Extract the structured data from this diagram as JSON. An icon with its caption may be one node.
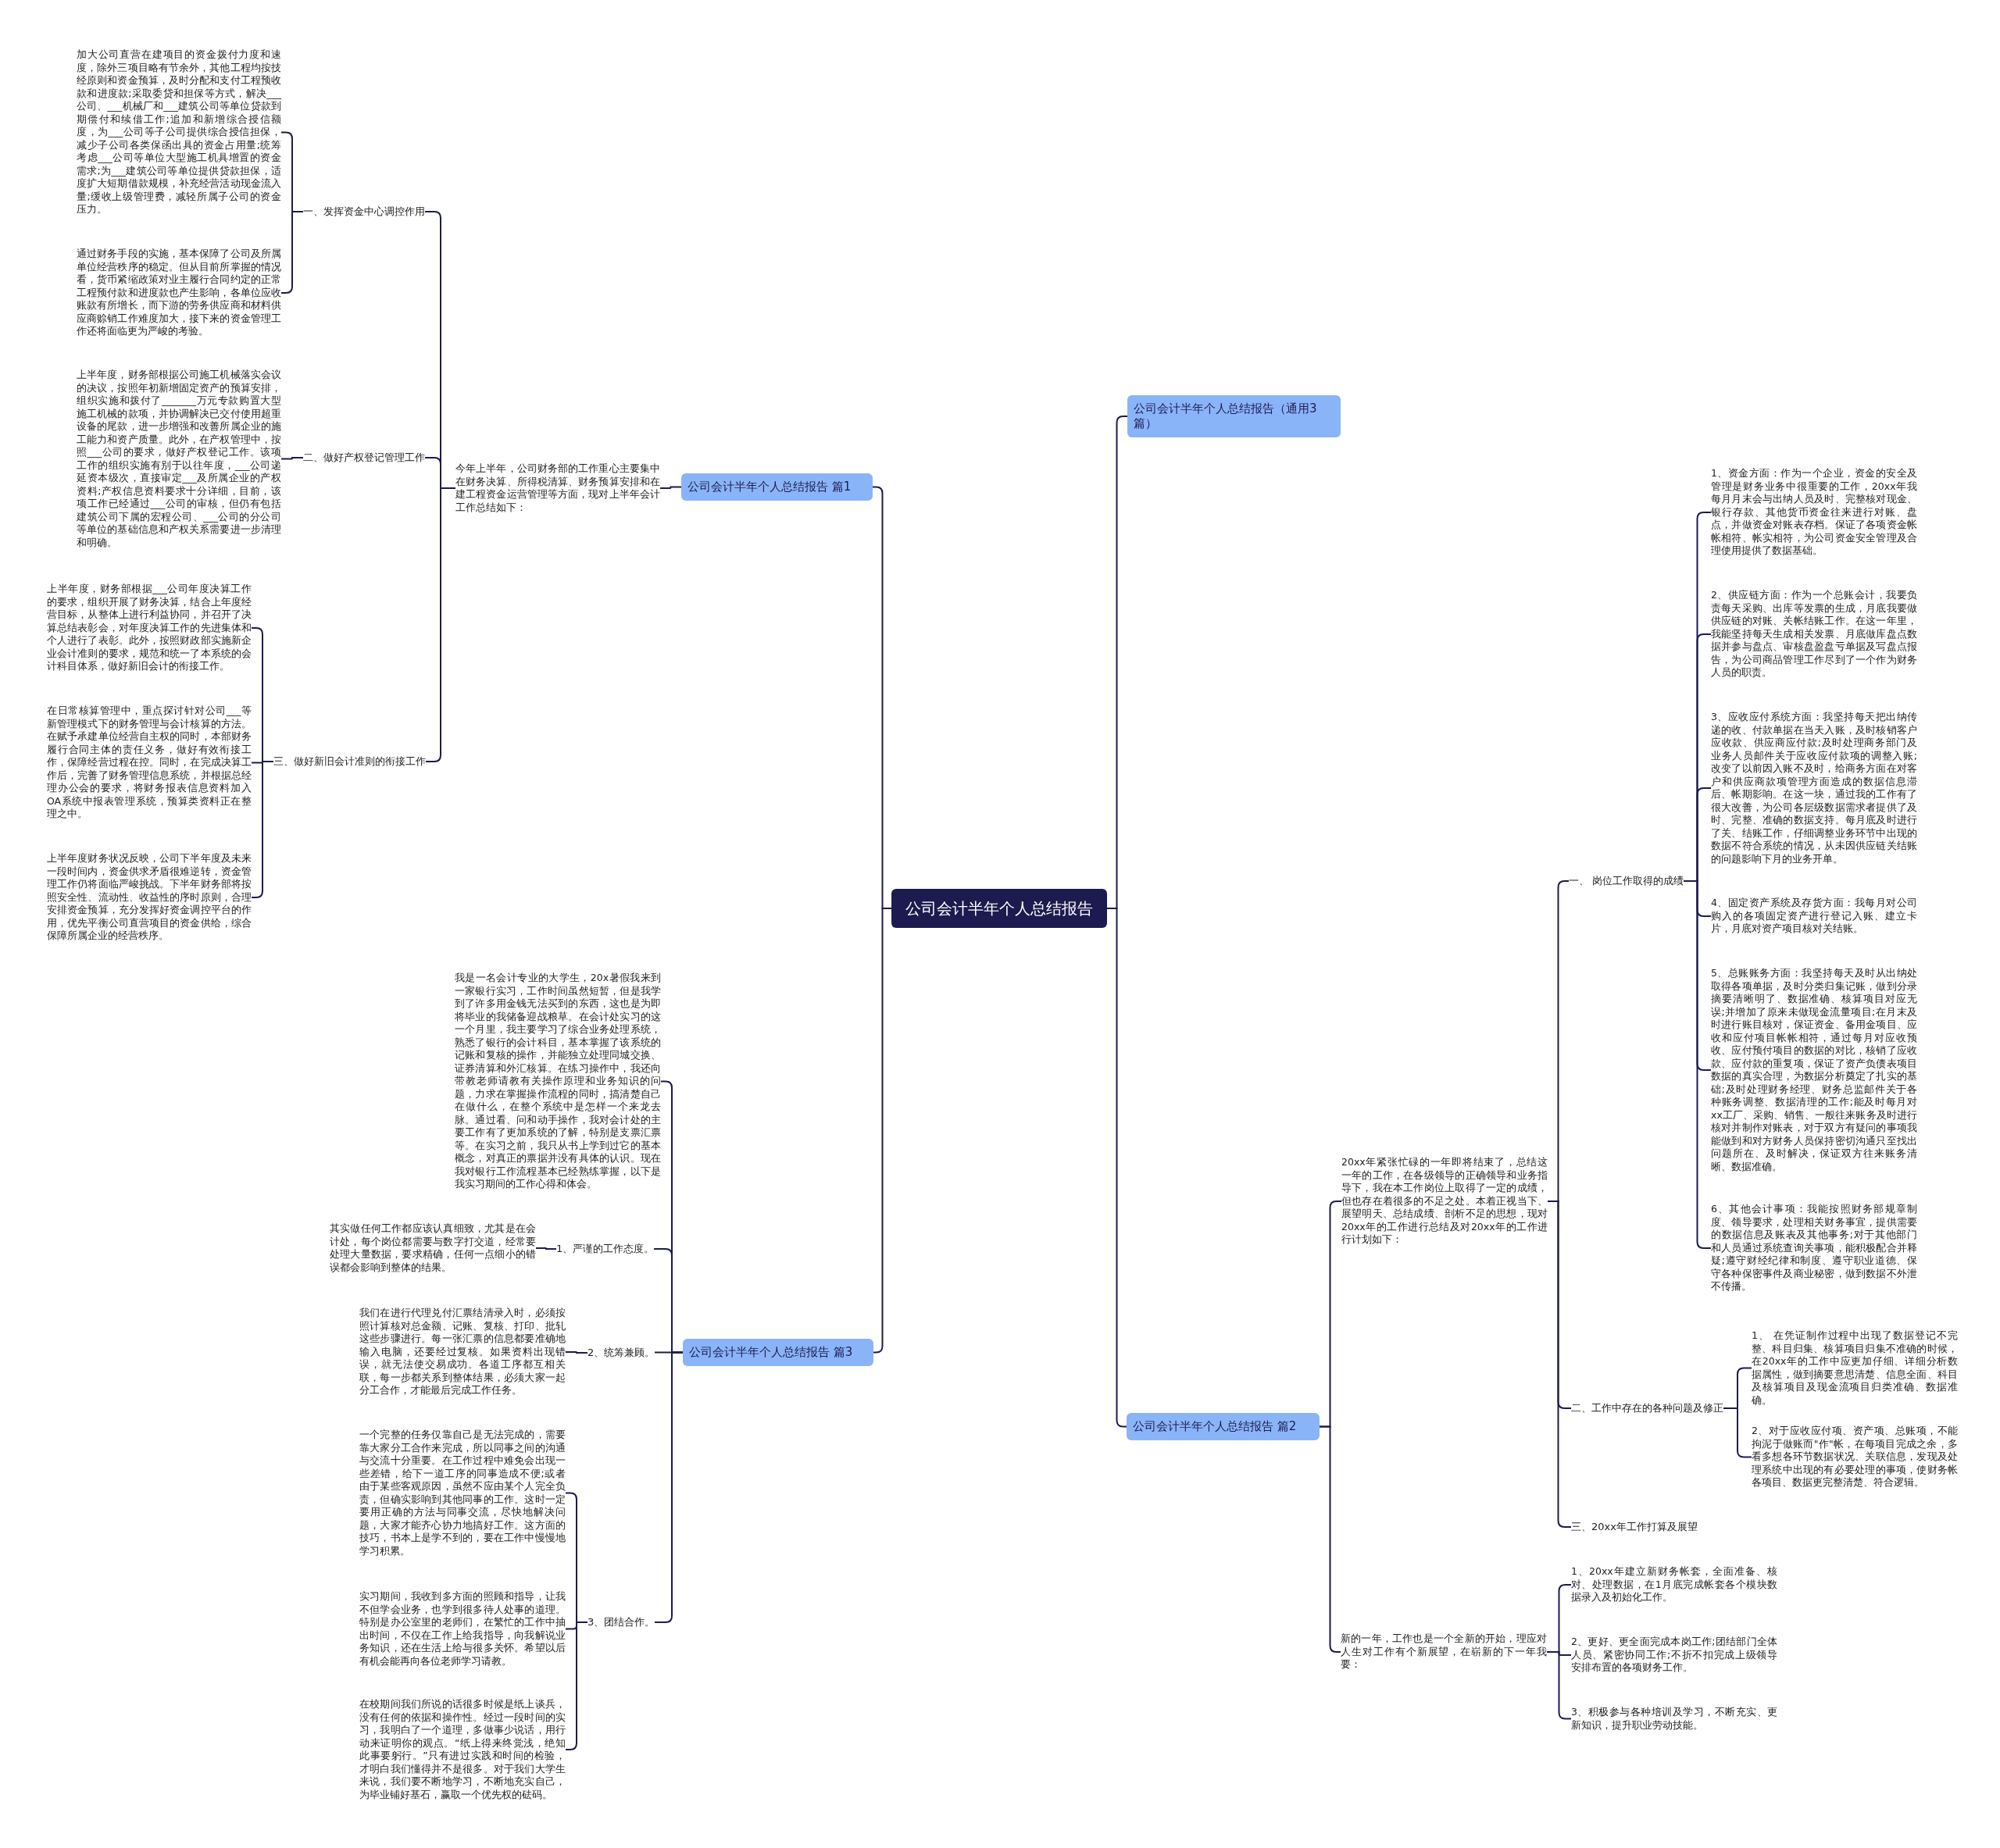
{
  "diagram": {
    "nodes": [
      {
        "text": [
          "公司会计半年个人总结报告"
        ]
      },
      {
        "text": [
          "公司会计半年个人总结报告 篇1"
        ]
      },
      {
        "text": [
          "今年上半年，公司财务部的工作重心主要集中在财务决算、所得税清算、财务预算安排和在建工程资金运营管理等方面，现对上半年会计工作总结如下："
        ]
      },
      {
        "text": [
          "一、发挥资金中心调控作用"
        ]
      },
      {
        "text": [
          "加大公司直营在建项目的资金拨付力度和速度，除外三项目略有节余外，其他工程均按技经原则和资金预算，及时分配和支付工程预收款和进度款;采取委贷和担保等方式，解决___公司、___机械厂和___建筑公司等单位贷款到期偿付和续借工作;追加和新增综合授信额度，为___公司等子公司提供综合授信担保，减少子公司各类保函出具的资金占用量;统筹考虑___公司等单位大型施工机具增置的资金需求;为___建筑公司等单位提供贷款担保，适度扩大短期借款规模，补充经营活动现金流入量;缓收上级管理费，减轻所属子公司的资金压力。"
        ]
      },
      {
        "text": [
          "通过财务手段的实施，基本保障了公司及所属单位经营秩序的稳定。但从目前所掌握的情况看，货币紧缩政策对业主履行合同约定的正常工程预付款和进度款也产生影响，各单位应收账款有所增长，而下游的劳务供应商和材料供应商赊销工作难度加大，接下来的资金管理工作还将面临更为严峻的考验。"
        ]
      },
      {
        "text": [
          "二、做好产权登记管理工作"
        ]
      },
      {
        "text": [
          "上半年度，财务部根据公司施工机械落实会议的决议，按照年初新增固定资产的预算安排，组织实施和拨付了_______万元专款购置大型施工机械的款项，并协调解决已交付使用超重设备的尾款，进一步增强和改善所属企业的施工能力和资产质量。此外，在产权管理中，按照___公司的要求，做好产权登记工作。该项工作的组织实施有别于以往年度，___公司递延资本级次，直接审定___及所属企业的产权资料;产权信息资料要求十分详细，目前，该项工作已经通过___公司的审核，但仍有包括建筑公司下属的宏程公司、___公司的分公司等单位的基础信息和产权关系需要进一步清理和明确。"
        ]
      },
      {
        "text": [
          "三、做好新旧会计准则的衔接工作"
        ]
      },
      {
        "text": [
          "上半年度，财务部根据___公司年度决算工作的要求，组织开展了财务决算，结合上年度经营目标，从整体上进行利益协同，并召开了决算总结表彰会，对年度决算工作的先进集体和个人进行了表彰。此外，按照财政部实施新企业会计准则的要求，规范和统一了本系统的会计科目体系，做好新旧会计的衔接工作。"
        ]
      },
      {
        "text": [
          "在日常核算管理中，重点探讨针对公司___等新管理模式下的财务管理与会计核算的方法。在赋予承建单位经营自主权的同时，本部财务履行合同主体的责任义务，做好有效衔接工作，保障经营过程在控。同时，在完成决算工作后，完善了财务管理信息系统，并根据总经理办公会的要求，将财务报表信息资料加入OA系统中报表管理系统，预算类资料正在整理之中。"
        ]
      },
      {
        "text": [
          "上半年度财务状况反映，公司下半年度及未来一段时间内，资金供求矛盾很难逆转，资金管理工作仍将面临严峻挑战。下半年财务部将按照安全性、流动性、收益性的序时原则，合理安排资金预算，充分发挥好资金调控平台的作用，优先平衡公司直营项目的资金供给，综合保障所属企业的经营秩序。"
        ]
      },
      {
        "text": [
          "公司会计半年个人总结报告 篇3"
        ]
      },
      {
        "text": [
          "我是一名会计专业的大学生，20x暑假我来到一家银行实习，工作时间虽然短暂，但是我学到了许多用金钱无法买到的东西，这也是为即将毕业的我储备迎战粮草。在会计处实习的这一个月里，我主要学习了综合业务处理系统，熟悉了银行的会计科目，基本掌握了该系统的记账和复核的操作，并能独立处理同城交换、证券清算和外汇核算。在练习操作中，我还向带教老师请教有关操作原理和业务知识的问题，力求在掌握操作流程的同时，搞清楚自己在做什么，在整个系统中是怎样一个来龙去脉。通过看、问和动手操作，我对会计处的主要工作有了更加系统的了解，特别是支票汇票等。在实习之前，我只从书上学到过它的基本概念，对真正的票据并没有具体的认识。现在我对银行工作流程基本已经熟练掌握，以下是我实习期间的工作心得和体会。"
        ]
      },
      {
        "text": [
          "1、严谨的工作态度。"
        ]
      },
      {
        "text": [
          "其实做任何工作都应该认真细致，尤其是在会计处，每个岗位都需要与数字打交道，经常要处理大量数据，要求精确，任何一点细小的错误都会影响到整体的结果。"
        ]
      },
      {
        "text": [
          "2、统筹兼顾。"
        ]
      },
      {
        "text": [
          "我们在进行代理兑付汇票结清录入时，必须按照计算核对总金额、记账、复核、打印、批轧这些步骤进行。每一张汇票的信息都要准确地输入电脑，还要经过复核。如果资料出现错误，就无法使交易成功。各道工序都互相关联，每一步都关系到整体结果，必须大家一起分工合作，才能最后完成工作任务。"
        ]
      },
      {
        "text": [
          "3、团结合作。"
        ]
      },
      {
        "text": [
          "一个完整的任务仅靠自己是无法完成的，需要靠大家分工合作来完成，所以同事之间的沟通与交流十分重要。在工作过程中难免会出现一些差错，给下一道工序的同事造成不便;或者由于某些客观原因，虽然不应由某个人完全负责，但确实影响到其他同事的工作。这时一定要用正确的方法与同事交流，尽快地解决问题，大家才能齐心协力地搞好工作。这方面的技巧，书本上是学不到的，要在工作中慢慢地学习积累。"
        ]
      },
      {
        "text": [
          "实习期间，我收到多方面的照顾和指导，让我不但学会业务，也学到很多待人处事的道理。特别是办公室里的老师们，在繁忙的工作中抽出时间，不仅在工作上给我指导，向我解说业务知识，还在生活上给与很多关怀。希望以后有机会能再向各位老师学习请教。"
        ]
      },
      {
        "text": [
          "在校期间我们所说的话很多时候是纸上谈兵，没有任何的依据和操作性。经过一段时间的实习，我明白了一个道理，多做事少说话，用行动来证明你的观点。“纸上得来终觉浅，绝知此事要躬行。”只有进过实践和时间的检验，才明白我们懂得并不是很多。对于我们大学生来说，我们要不断地学习，不断地充实自己，为毕业铺好基石，赢取一个优先权的砝码。"
        ]
      },
      {
        "text": [
          "公司会计半年个人总结报告（通用3篇）"
        ]
      },
      {
        "text": [
          "公司会计半年个人总结报告 篇2"
        ]
      },
      {
        "text": [
          "20xx年紧张忙碌的一年即将结束了，总结这一年的工作，在各级领导的正确领导和业务指导下，我在本工作岗位上取得了一定的成绩，但也存在着很多的不足之处。本着正视当下、展望明天、总结成绩、剖析不足的思想，现对20xx年的工作进行总结及对20xx年的工作进行计划如下："
        ]
      },
      {
        "text": [
          "一、 岗位工作取得的成绩"
        ]
      },
      {
        "text": [
          "1、资金方面：作为一个企业，资金的安全及管理是财务业务中很重要的工作，20xx年我每月月末会与出纳人员及时、完整核对现金、银行存款、其他货币资金往来进行对账、盘点，并做资金对账表存档。保证了各项资金帐帐相符、帐实相符，为公司资金安全管理及合理使用提供了数据基础。"
        ]
      },
      {
        "text": [
          "2、供应链方面：作为一个总账会计，我要负责每天采购、出库等发票的生成，月底我要做供应链的对账、关帐结账工作。在这一年里，我能坚持每天生成相关发票、月底做库盘点数据并参与盘点、审核盘盈盘亏单据及写盘点报告，为公司商品管理工作尽到了一个作为财务人员的职责。"
        ]
      },
      {
        "text": [
          "3、应收应付系统方面：我坚持每天把出纳传递的收、付款单据在当天入账，及时核销客户应收款、供应商应付款;及时处理商务部门及业务人员邮件关于应收应付款项的调整入账;改变了以前因入账不及时，给商务方面在对客户和供应商款项管理方面造成的数据信息滞后、帐期影响。在这一块，通过我的工作有了很大改善，为公司各层级数据需求者提供了及时、完整、准确的数据支持。每月底及时进行了关、结账工作，仔细调整业务环节中出现的数据不符合系统的情况，从未因供应链关结账的问题影响下月的业务开单。"
        ]
      },
      {
        "text": [
          "4、固定资产系统及存货方面：我每月对公司购入的各项固定资产进行登记入账、建立卡片，月底对资产项目核对关结账。"
        ]
      },
      {
        "text": [
          "5、总账账务方面：我坚持每天及时从出纳处取得各项单据，及时分类归集记账，做到分录摘要清晰明了、数据准确、核算项目对应无误;并增加了原来未做现金流量项目;在月末及时进行账目核对，保证资金、备用金项目、应收和应付项目帐帐相符，通过每月对应收预收、应付预付项目的数据的对比，核销了应收款、应付款的重复项，保证了资产负债表项目数据的真实合理，为数据分析奠定了扎实的基础;及时处理财务经理、财务总监邮件关于各种账务调整、数据清理的工作;能及时每月对xx工厂、采购、销售、一般往来账务及时进行核对并制作对账表，对于双方有疑问的事项我能做到和对方财务人员保持密切沟通只至找出问题所在、及时解决，保证双方往来账务清晰、数据准确。"
        ]
      },
      {
        "text": [
          "6、其他会计事项：我能按照财务部规章制度、领导要求，处理相关财务事宜，提供需要的数据信息及账表及其他事务;对于其他部门和人员通过系统查询关事项，能积极配合并释疑;遵守财经纪律和制度、遵守职业道德、保守各种保密事件及商业秘密，做到数据不外泄不传播。"
        ]
      },
      {
        "text": [
          "二、工作中存在的各种问题及修正"
        ]
      },
      {
        "text": [
          "1、 在凭证制作过程中出现了数据登记不完整、科目归集、核算项目归集不准确的时候，在20xx年的工作中应更加仔细、详细分析数据属性，做到摘要意思清楚、信息全面、科目及核算项目及现金流项目归类准确、数据准确。"
        ]
      },
      {
        "text": [
          "2、对于应收应付项、资产项、总账项，不能拘泥于做账而\"作\"帐，在每项目完成之余，多看多想各环节数据状况、关联信息，发现及处理系统中出现的有必要处理的事项，使财务帐各项目、数据更完整清楚、符合逻辑。"
        ]
      },
      {
        "text": [
          "三、20xx年工作打算及展望"
        ]
      },
      {
        "text": [
          "新的一年，工作也是一个全新的开始，理应对人生对工作有个新展望，在崭新的下一年我要："
        ]
      },
      {
        "text": [
          "1、20xx年建立新财务帐套，全面准备、核对、处理数据，在1月底完成帐套各个模块数据录入及初始化工作。"
        ]
      },
      {
        "text": [
          "2、更好、更全面完成本岗工作;团结部门全体人员、紧密协同工作;不折不扣完成上级领导安排布置的各项财务工作。"
        ]
      },
      {
        "text": [
          "3、积极参与各种培训及学习，不断充实、更新知识，提升职业劳动技能。"
        ]
      }
    ],
    "edges": [
      {
        "from": 0,
        "to": 1,
        "arrow": "none"
      },
      {
        "from": 1,
        "to": 2,
        "arrow": "none"
      },
      {
        "from": 2,
        "to": 3,
        "arrow": "none"
      },
      {
        "from": 3,
        "to": 4,
        "arrow": "none"
      },
      {
        "from": 3,
        "to": 5,
        "arrow": "none"
      },
      {
        "from": 2,
        "to": 6,
        "arrow": "none"
      },
      {
        "from": 6,
        "to": 7,
        "arrow": "none"
      },
      {
        "from": 2,
        "to": 8,
        "arrow": "none"
      },
      {
        "from": 8,
        "to": 9,
        "arrow": "none"
      },
      {
        "from": 8,
        "to": 10,
        "arrow": "none"
      },
      {
        "from": 8,
        "to": 11,
        "arrow": "none"
      },
      {
        "from": 0,
        "to": 12,
        "arrow": "none"
      },
      {
        "from": 12,
        "to": 13,
        "arrow": "none"
      },
      {
        "from": 12,
        "to": 14,
        "arrow": "none"
      },
      {
        "from": 14,
        "to": 15,
        "arrow": "none"
      },
      {
        "from": 12,
        "to": 16,
        "arrow": "none"
      },
      {
        "from": 16,
        "to": 17,
        "arrow": "none"
      },
      {
        "from": 12,
        "to": 18,
        "arrow": "none"
      },
      {
        "from": 18,
        "to": 19,
        "arrow": "none"
      },
      {
        "from": 18,
        "to": 20,
        "arrow": "none"
      },
      {
        "from": 18,
        "to": 21,
        "arrow": "none"
      },
      {
        "from": 0,
        "to": 22,
        "arrow": "none"
      },
      {
        "from": 0,
        "to": 23,
        "arrow": "none"
      },
      {
        "from": 23,
        "to": 24,
        "arrow": "none"
      },
      {
        "from": 24,
        "to": 25,
        "arrow": "none"
      },
      {
        "from": 25,
        "to": 26,
        "arrow": "none"
      },
      {
        "from": 25,
        "to": 27,
        "arrow": "none"
      },
      {
        "from": 25,
        "to": 28,
        "arrow": "none"
      },
      {
        "from": 25,
        "to": 29,
        "arrow": "none"
      },
      {
        "from": 25,
        "to": 30,
        "arrow": "none"
      },
      {
        "from": 25,
        "to": 31,
        "arrow": "none"
      },
      {
        "from": 24,
        "to": 32,
        "arrow": "none"
      },
      {
        "from": 32,
        "to": 33,
        "arrow": "none"
      },
      {
        "from": 32,
        "to": 34,
        "arrow": "none"
      },
      {
        "from": 24,
        "to": 35,
        "arrow": "none"
      },
      {
        "from": 23,
        "to": 36,
        "arrow": "none"
      },
      {
        "from": 36,
        "to": 37,
        "arrow": "none"
      },
      {
        "from": 36,
        "to": 38,
        "arrow": "none"
      },
      {
        "from": 36,
        "to": 39,
        "arrow": "none"
      }
    ]
  }
}
